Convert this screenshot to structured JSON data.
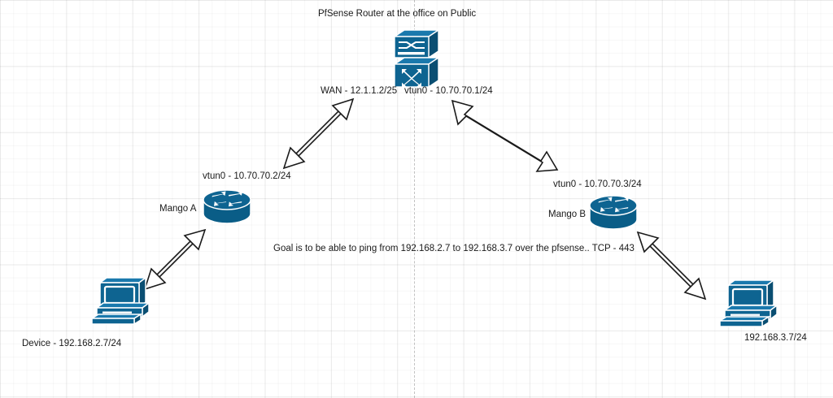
{
  "diagram": {
    "title": "PfSense Router at the office on Public",
    "goal_note": "Goal is to be able to ping from 192.168.2.7 to 192.168.3.7 over the pfsense.. TCP - 443",
    "colors": {
      "device_blue": "#0e6491",
      "device_blue_dark": "#0a4e72",
      "device_blue_light": "#1a79ad",
      "grid_line": "#e6e6e6",
      "grid_major": "#d9d9d9",
      "arrow_stroke": "#1a1a1a",
      "arrow_fill": "#ffffff",
      "text": "#1a1a1a"
    },
    "nodes": [
      {
        "id": "pfsense-router",
        "icon": "router-switch-icon",
        "name_label": "",
        "interface_labels": [
          "WAN - 12.1.1.2/25",
          "vtun0 - 10.70.70.1/24"
        ]
      },
      {
        "id": "mango-a",
        "icon": "router-icon",
        "name_label": "Mango A",
        "interface_labels": [
          "vtun0 - 10.70.70.2/24"
        ]
      },
      {
        "id": "mango-b",
        "icon": "router-icon",
        "name_label": "Mango B",
        "interface_labels": [
          "vtun0 - 10.70.70.3/24"
        ]
      },
      {
        "id": "device-left",
        "icon": "desktop-computer-icon",
        "name_label": "Device - 192.168.2.7/24",
        "interface_labels": []
      },
      {
        "id": "device-right",
        "icon": "desktop-computer-icon",
        "name_label": "192.168.3.7/24",
        "interface_labels": []
      }
    ],
    "labels": {
      "title": "PfSense Router at the office on Public",
      "wan_ip": "WAN - 12.1.1.2/25",
      "pfsense_vtun0": "vtun0 - 10.70.70.1/24",
      "mango_a_vtun0": "vtun0 - 10.70.70.2/24",
      "mango_a_name": "Mango A",
      "mango_b_vtun0": "vtun0 - 10.70.70.3/24",
      "mango_b_name": "Mango B",
      "goal": "Goal is to be able to ping from 192.168.2.7 to 192.168.3.7 over the pfsense.. TCP - 443",
      "device_left": "Device - 192.168.2.7/24",
      "device_right": "192.168.3.7/24"
    },
    "links": [
      {
        "id": "link-pfsense-mangoa",
        "from": "pfsense-router",
        "to": "mango-a",
        "style": "double-arrow"
      },
      {
        "id": "link-pfsense-mangob",
        "from": "pfsense-router",
        "to": "mango-b",
        "style": "double-arrow"
      },
      {
        "id": "link-mangoa-deviceleft",
        "from": "mango-a",
        "to": "device-left",
        "style": "double-arrow"
      },
      {
        "id": "link-mangob-deviceright",
        "from": "mango-b",
        "to": "device-right",
        "style": "double-arrow"
      }
    ]
  }
}
